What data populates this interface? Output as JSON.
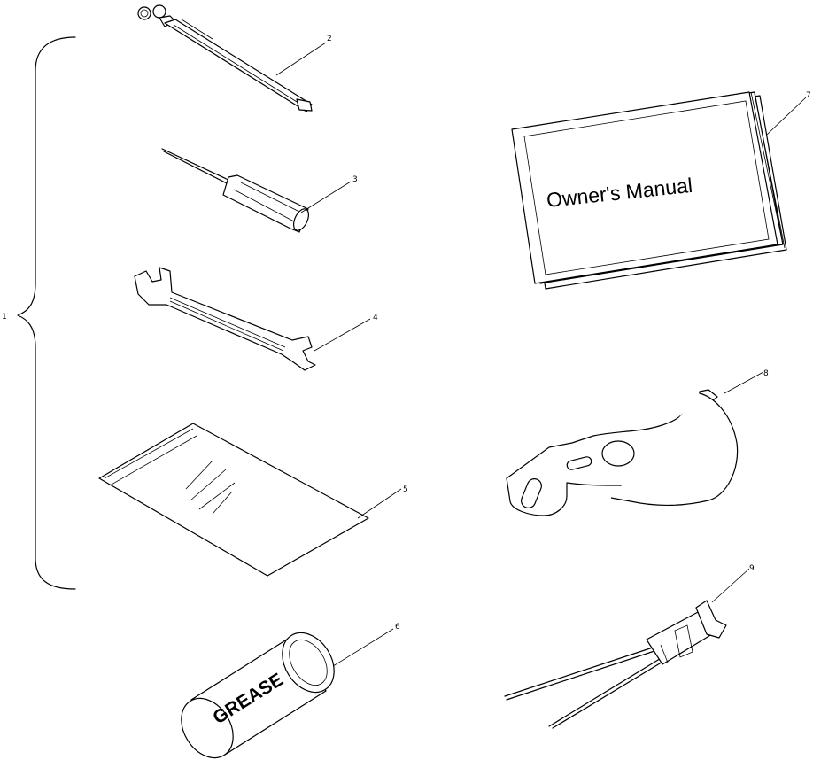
{
  "callouts": {
    "c1": "1",
    "c2": "2",
    "c3": "3",
    "c4": "4",
    "c5": "5",
    "c6": "6",
    "c7": "7",
    "c8": "8",
    "c9": "9"
  },
  "labels": {
    "manual_title": "Owner's Manual",
    "grease_label": "GREASE"
  }
}
